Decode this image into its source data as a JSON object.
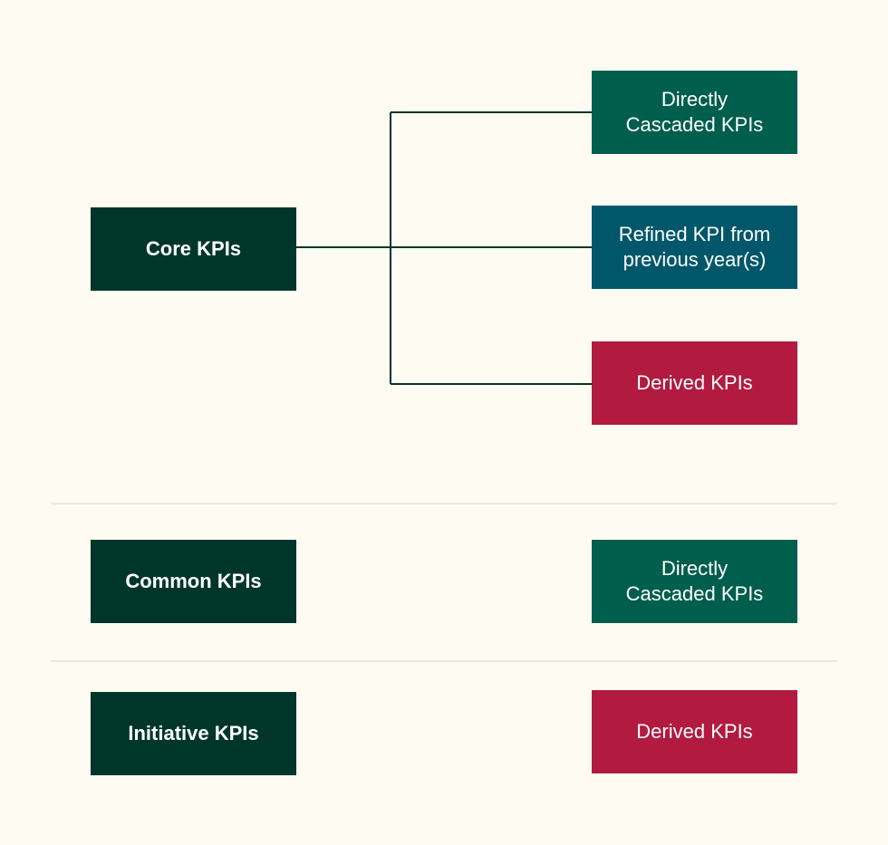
{
  "colors": {
    "background": "#fdfbf2",
    "dark_green": "#00362a",
    "teal_green": "#005e4c",
    "teal_blue": "#00576a",
    "crimson": "#b21a40",
    "connector": "#00362a",
    "divider": "#e9ead9"
  },
  "sections": [
    {
      "source": {
        "label": "Core KPIs"
      },
      "targets": [
        {
          "label": "Directly\nCascaded KPIs",
          "color": "teal_green"
        },
        {
          "label": "Refined KPI from\nprevious year(s)",
          "color": "teal_blue"
        },
        {
          "label": "Derived KPIs",
          "color": "crimson"
        }
      ]
    },
    {
      "source": {
        "label": "Common KPIs"
      },
      "targets": [
        {
          "label": "Directly\nCascaded KPIs",
          "color": "teal_green"
        }
      ]
    },
    {
      "source": {
        "label": "Initiative KPIs"
      },
      "targets": [
        {
          "label": "Derived KPIs",
          "color": "crimson"
        }
      ]
    }
  ]
}
